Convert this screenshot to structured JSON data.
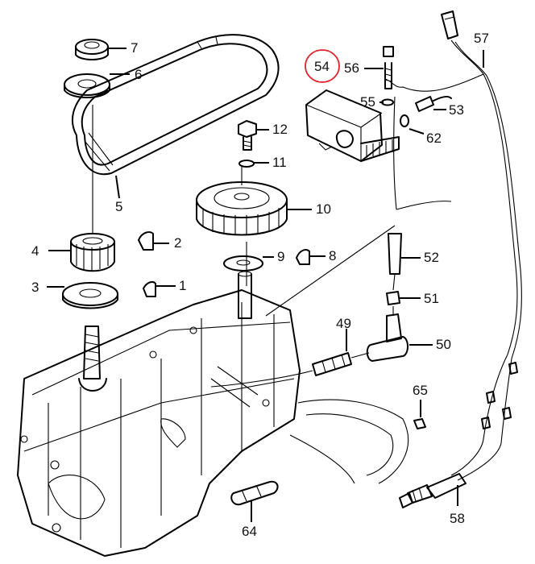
{
  "diagram": {
    "highlight_color": "#e0202a",
    "highlighted_part": "54",
    "callouts": [
      {
        "id": "c7",
        "label": "7"
      },
      {
        "id": "c6",
        "label": "6"
      },
      {
        "id": "c5",
        "label": "5"
      },
      {
        "id": "c4",
        "label": "4"
      },
      {
        "id": "c3",
        "label": "3"
      },
      {
        "id": "c2",
        "label": "2"
      },
      {
        "id": "c1",
        "label": "1"
      },
      {
        "id": "c12",
        "label": "12"
      },
      {
        "id": "c11",
        "label": "11"
      },
      {
        "id": "c10",
        "label": "10"
      },
      {
        "id": "c9",
        "label": "9"
      },
      {
        "id": "c8",
        "label": "8"
      },
      {
        "id": "c54",
        "label": "54"
      },
      {
        "id": "c56",
        "label": "56"
      },
      {
        "id": "c55",
        "label": "55"
      },
      {
        "id": "c53",
        "label": "53"
      },
      {
        "id": "c62",
        "label": "62"
      },
      {
        "id": "c57",
        "label": "57"
      },
      {
        "id": "c52",
        "label": "52"
      },
      {
        "id": "c51",
        "label": "51"
      },
      {
        "id": "c49",
        "label": "49"
      },
      {
        "id": "c50",
        "label": "50"
      },
      {
        "id": "c65",
        "label": "65"
      },
      {
        "id": "c64",
        "label": "64"
      },
      {
        "id": "c58",
        "label": "58"
      }
    ]
  }
}
